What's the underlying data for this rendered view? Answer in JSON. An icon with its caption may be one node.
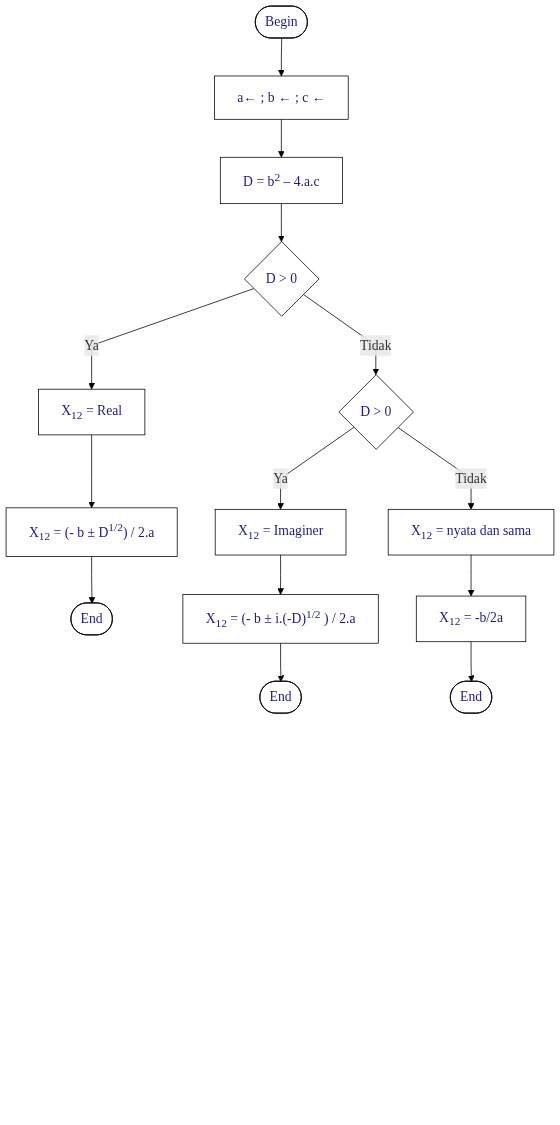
{
  "diagram": {
    "nodes": [
      {
        "text": [
          "Begin"
        ]
      },
      {
        "text": [
          "a← ; b ← ; c ←"
        ]
      },
      {
        "text": [
          "D = b$^{2}$ – 4.a.c"
        ]
      },
      {
        "text": [
          "D > 0"
        ]
      },
      {
        "text": [
          "X$_{12}$ = Real"
        ]
      },
      {
        "text": [
          "X$_{12}$ = (- b ± D$^{1/2}$) / 2.a"
        ]
      },
      {
        "text": [
          "End"
        ]
      },
      {
        "text": [
          "D > 0"
        ]
      },
      {
        "text": [
          "X$_{12}$ = Imaginer"
        ]
      },
      {
        "text": [
          "X$_{12}$ = (- b ± i.(-D)$^{1/2}$ ) / 2.a"
        ]
      },
      {
        "text": [
          "End"
        ]
      },
      {
        "text": [
          "X$_{12}$ = nyata dan sama"
        ]
      },
      {
        "text": [
          "X$_{12}$ = -b/2a"
        ]
      },
      {
        "text": [
          "End"
        ]
      }
    ],
    "edges": [
      {
        "from": 0,
        "to": 1,
        "arrow": "to"
      },
      {
        "from": 1,
        "to": 2,
        "arrow": "to"
      },
      {
        "from": 2,
        "to": 3,
        "arrow": "to"
      },
      {
        "from": 3,
        "to": 4,
        "arrow": "to",
        "label": "Ya"
      },
      {
        "from": 4,
        "to": 5,
        "arrow": "to"
      },
      {
        "from": 5,
        "to": 6,
        "arrow": "to"
      },
      {
        "from": 3,
        "to": 7,
        "arrow": "to",
        "label": "Tidak"
      },
      {
        "from": 7,
        "to": 8,
        "arrow": "to",
        "label": "Ya"
      },
      {
        "from": 8,
        "to": 9,
        "arrow": "to"
      },
      {
        "from": 9,
        "to": 10,
        "arrow": "to"
      },
      {
        "from": 7,
        "to": 11,
        "arrow": "to",
        "label": "Tidak"
      },
      {
        "from": 11,
        "to": 12,
        "arrow": "to"
      },
      {
        "from": 12,
        "to": 13,
        "arrow": "to"
      }
    ]
  }
}
